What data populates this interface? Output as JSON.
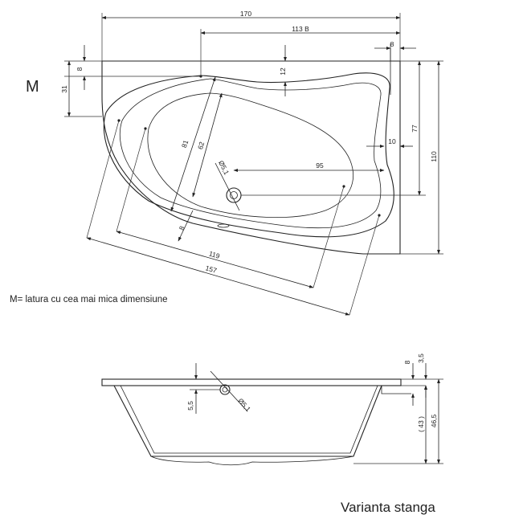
{
  "top_view": {
    "side_label": "M",
    "dimensions": {
      "length": "170",
      "drain_reach": "113 B",
      "edge_right": "8",
      "rim_top": "12",
      "left_top": "8",
      "left_side": "31",
      "right_height": "77",
      "width": "110",
      "right_wall": "10",
      "drain_offset": "95",
      "inner_81": "81",
      "inner_62": "62",
      "inner_8": "8",
      "drain_diameter": "Ø5,1",
      "inner_119": "119",
      "diagonal_157": "157"
    }
  },
  "note": "M= latura cu cea mai mica dimensiune",
  "side_view": {
    "dimensions": {
      "rim": "8",
      "rim_top": "3,5",
      "overflow_height": "5,5",
      "overflow_diameter": "Ø5,1",
      "inner_depth": "( 43 )",
      "total_height": "46,5"
    }
  },
  "caption": "Varianta stanga"
}
